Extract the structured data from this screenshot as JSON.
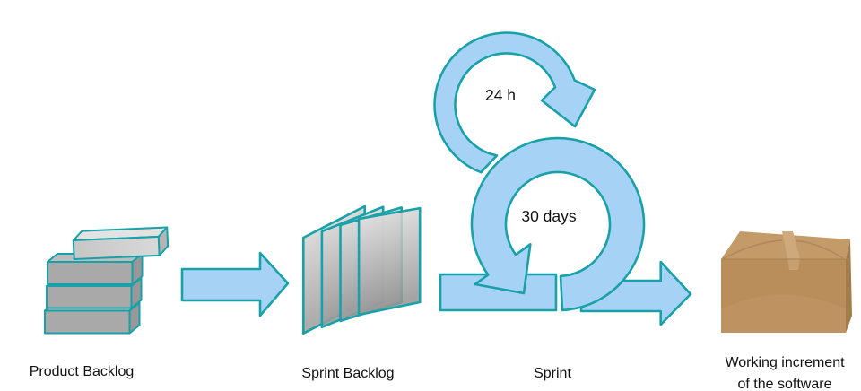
{
  "diagram": {
    "type": "scrum-process-flow",
    "background": "#ffffff",
    "labels": {
      "product_backlog": "Product Backlog",
      "sprint_backlog": "Sprint Backlog",
      "sprint": "Sprint",
      "working_increment_line1": "Working increment",
      "working_increment_line2": "of the software",
      "daily_loop": "24 h",
      "sprint_loop": "30 days"
    },
    "colors": {
      "flow_arrow_fill": "#a6d2f5",
      "flow_arrow_outline": "#18a1a8",
      "backlog_item_front": "#a9a9a9",
      "backlog_item_top": "#bdbdbd",
      "backlog_item_side": "#989898",
      "backlog_item_light_front": "#cecece",
      "backlog_item_light_top": "#e2e2e2",
      "backlog_item_light_side": "#b5b5b5",
      "panel_gradient_top": "#e8e8e8",
      "panel_gradient_bottom": "#959595",
      "carton_front": "#ba8e5b",
      "carton_top": "#c49a68",
      "carton_side": "#a37c4c",
      "carton_tape": "#cda97c",
      "label_text": "#111111"
    }
  }
}
